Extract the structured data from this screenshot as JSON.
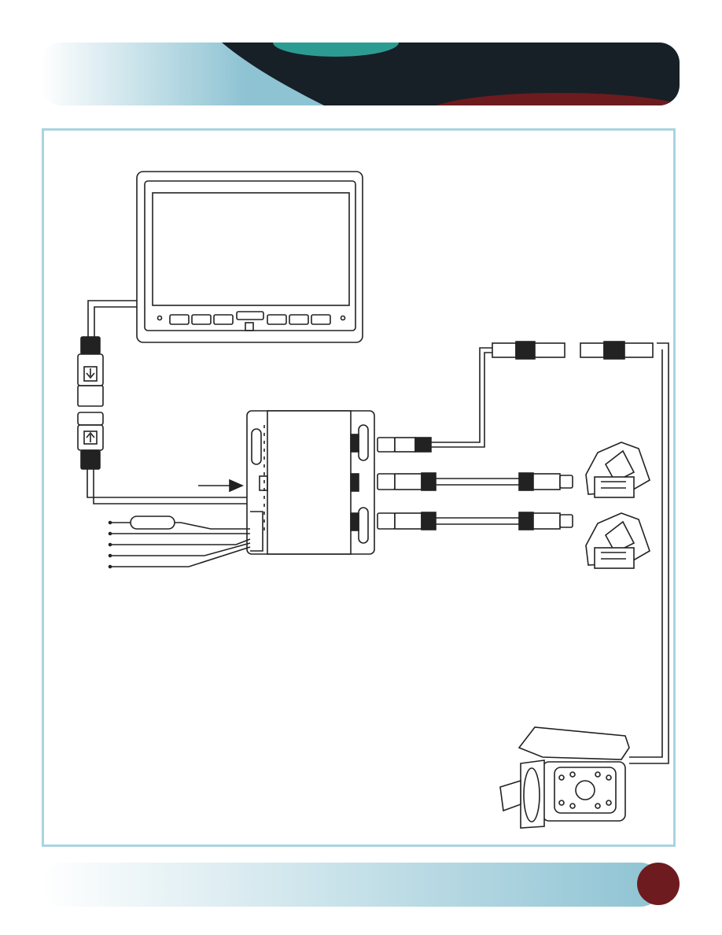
{
  "colors": {
    "header_dark": "#172027",
    "header_teal": "#2c9c93",
    "header_red": "#6d1b1f",
    "band_gradient_start": "#ffffff",
    "band_gradient_end": "#8ec3d3",
    "frame_border": "#a9d4df",
    "line_art": "#222222"
  },
  "diagram": {
    "components": [
      {
        "name": "monitor",
        "icon": "monitor-icon"
      },
      {
        "name": "monitor-cable-connector",
        "icon": "aviation-connector-icon"
      },
      {
        "name": "control-box",
        "icon": "junction-box-icon"
      },
      {
        "name": "power-and-trigger-wires",
        "icon": "wire-bundle-icon"
      },
      {
        "name": "inline-fuse",
        "icon": "fuse-icon"
      },
      {
        "name": "side-camera-left",
        "icon": "side-camera-icon"
      },
      {
        "name": "side-camera-right",
        "icon": "side-camera-icon"
      },
      {
        "name": "rear-camera",
        "icon": "rear-camera-icon"
      },
      {
        "name": "extension-cable",
        "icon": "extension-cable-icon"
      }
    ]
  }
}
